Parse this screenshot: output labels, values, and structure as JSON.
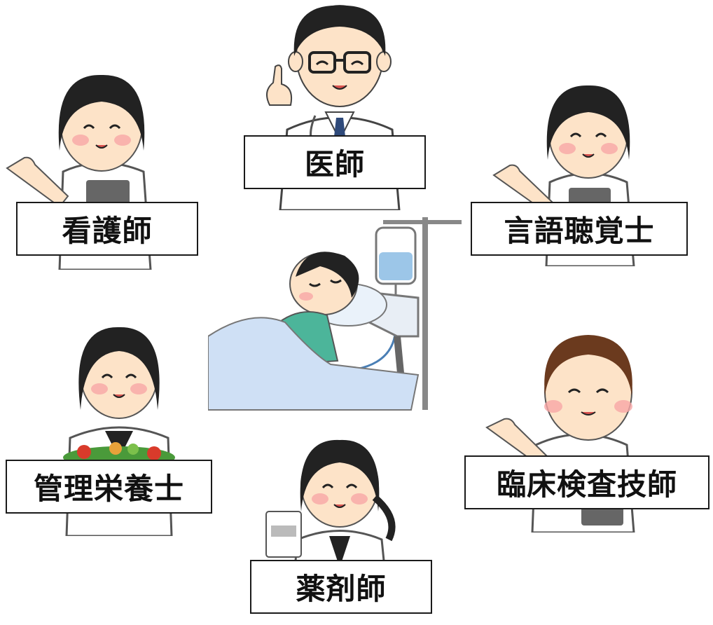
{
  "roles": {
    "doctor": "医師",
    "nurse": "看護師",
    "speech_therapist": "言語聴覚士",
    "dietitian": "管理栄養士",
    "lab_technician": "臨床検査技師",
    "pharmacist": "薬剤師"
  },
  "colors": {
    "skin": "#fde3c8",
    "cheek": "#f7a6a6",
    "hair_dark": "#222222",
    "hair_brown": "#6b3a1e",
    "uniform": "#ffffff",
    "patient_gown": "#4cb59a",
    "blanket": "#cfe0f5",
    "iv_fluid": "#9cc6e8"
  }
}
